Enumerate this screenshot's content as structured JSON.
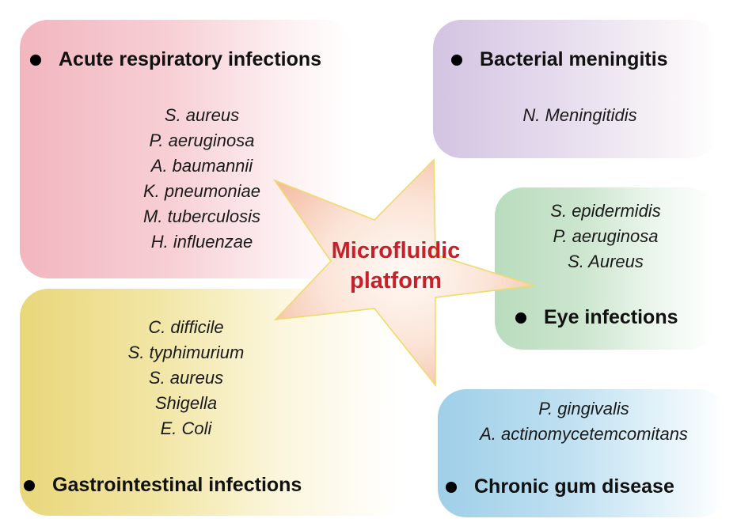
{
  "center": {
    "line1": "Microfluidic",
    "line2": "platform",
    "text_color": "#c8202a",
    "star_fill": "#f6c9b4",
    "star_stroke": "#eedb6a"
  },
  "categories": [
    {
      "id": "respiratory",
      "title": "Acute respiratory infections",
      "color": "#f2b6bf",
      "species": [
        "S. aureus",
        "P. aeruginosa",
        "A. baumannii",
        "K. pneumoniae",
        "M. tuberculosis",
        "H. influenzae"
      ]
    },
    {
      "id": "meningitis",
      "title": "Bacterial meningitis",
      "color": "#d3c4e2",
      "species": [
        "N. Meningitidis"
      ]
    },
    {
      "id": "eye",
      "title": "Eye infections",
      "color": "#b9dcbd",
      "species": [
        "S. epidermidis",
        "P. aeruginosa",
        "S. Aureus"
      ]
    },
    {
      "id": "gastrointestinal",
      "title": "Gastrointestinal infections",
      "color": "#e9d77a",
      "species": [
        "C. difficile",
        "S. typhimurium",
        "S. aureus",
        "Shigella",
        "E. Coli"
      ]
    },
    {
      "id": "gum",
      "title": "Chronic gum disease",
      "color": "#9fcfe8",
      "species": [
        "P. gingivalis",
        "A. actinomycetemcomitans"
      ]
    }
  ]
}
